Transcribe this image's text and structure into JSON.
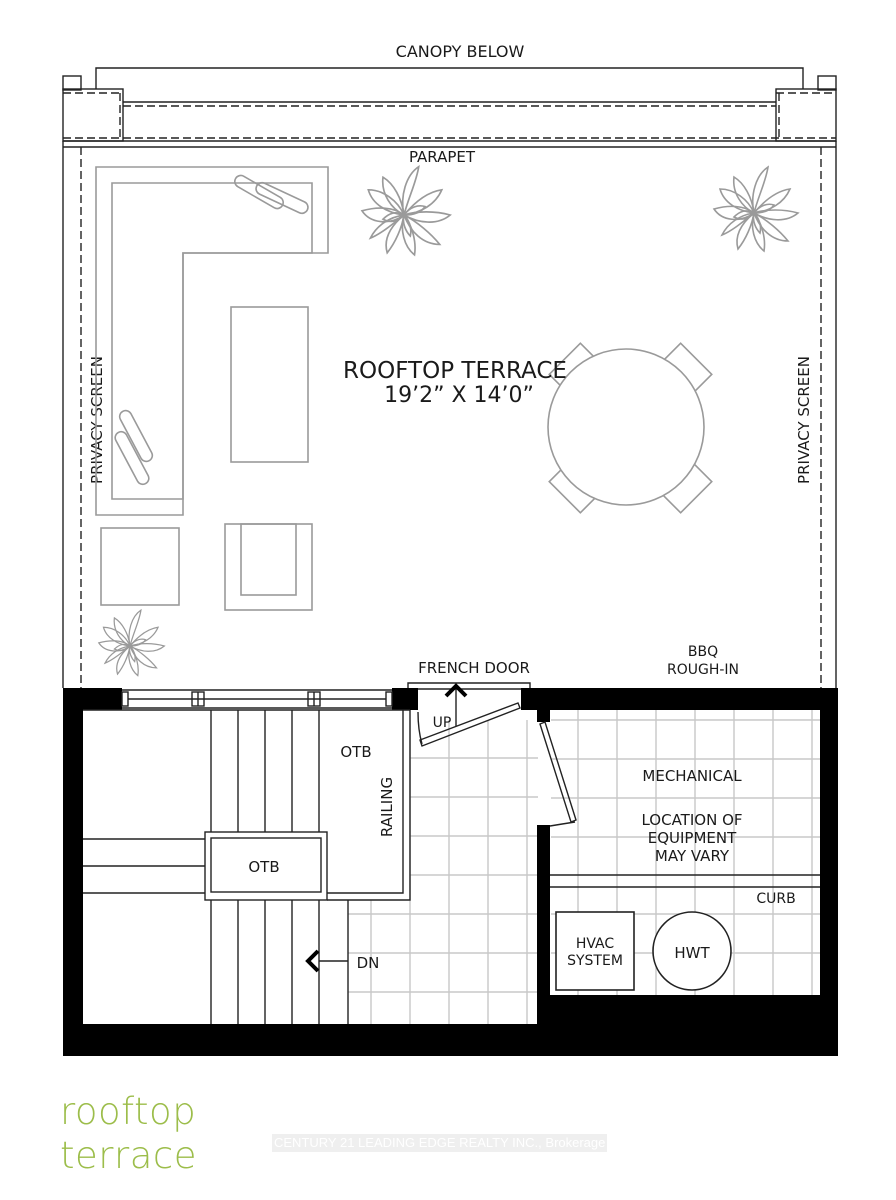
{
  "plan": {
    "title_line1": "rooftop",
    "title_line2": "terrace",
    "title_color": "#9cbd4a",
    "watermark": "CENTURY 21 LEADING EDGE REALTY INC., Brokerage"
  },
  "labels": {
    "canopy_below": "CANOPY BELOW",
    "parapet": "PARAPET",
    "room_name": "ROOFTOP TERRACE",
    "room_dimensions": "19’2” X 14’0”",
    "privacy_screen_left": "PRIVACY SCREEN",
    "privacy_screen_right": "PRIVACY SCREEN",
    "french_door": "FRENCH DOOR",
    "bbq_line1": "BBQ",
    "bbq_line2": "ROUGH-IN",
    "up": "UP",
    "otb_upper": "OTB",
    "otb_lower": "OTB",
    "railing": "RAILING",
    "dn": "DN",
    "mechanical": "MECHANICAL",
    "equipment_line1": "LOCATION OF",
    "equipment_line2": "EQUIPMENT",
    "equipment_line3": "MAY VARY",
    "curb": "CURB",
    "hvac_line1": "HVAC",
    "hvac_line2": "SYSTEM",
    "hwt": "HWT"
  },
  "rooms": [
    {
      "name": "ROOFTOP TERRACE",
      "dimensions": "19’2” X 14’0”"
    },
    {
      "name": "MECHANICAL",
      "note": "LOCATION OF EQUIPMENT MAY VARY"
    }
  ],
  "icons": {
    "up_arrow": "chevron-up-arrow",
    "down_arrow": "chevron-left-arrow",
    "plants": "succulent-plant"
  }
}
